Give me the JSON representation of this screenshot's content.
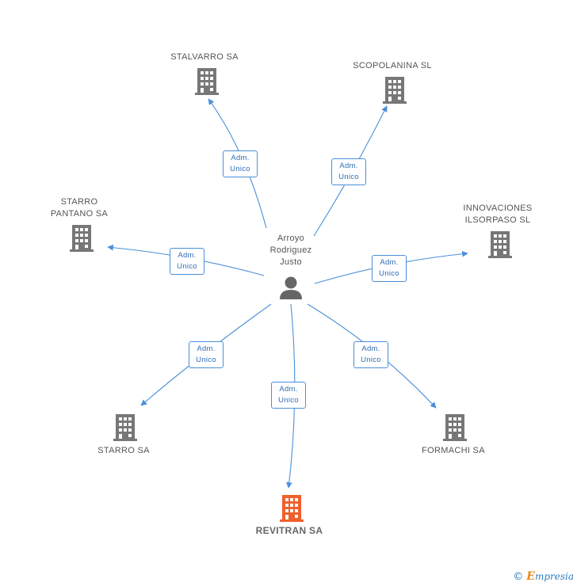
{
  "person": {
    "name_lines": [
      "Arroyo",
      "Rodriguez",
      "Justo"
    ]
  },
  "companies": [
    {
      "id": "stalvarro",
      "lines": [
        "STALVARRO SA"
      ]
    },
    {
      "id": "scopolanina",
      "lines": [
        "SCOPOLANINA SL"
      ]
    },
    {
      "id": "starro-pantano",
      "lines": [
        "STARRO",
        "PANTANO SA"
      ]
    },
    {
      "id": "innovaciones",
      "lines": [
        "INNOVACIONES",
        "ILSORPASO SL"
      ]
    },
    {
      "id": "starro",
      "lines": [
        "STARRO SA"
      ]
    },
    {
      "id": "formachi",
      "lines": [
        "FORMACHI SA"
      ]
    },
    {
      "id": "revitran",
      "lines": [
        "REVITRAN SA"
      ]
    }
  ],
  "relation": {
    "line1": "Adm.",
    "line2": "Unico"
  },
  "colors": {
    "edge": "#4a90d9",
    "building": "#777777",
    "focus_building": "#f0602c",
    "person": "#666666"
  },
  "footer": {
    "copyright": "©",
    "brand_initial": "E",
    "brand_rest": "mpresia"
  }
}
